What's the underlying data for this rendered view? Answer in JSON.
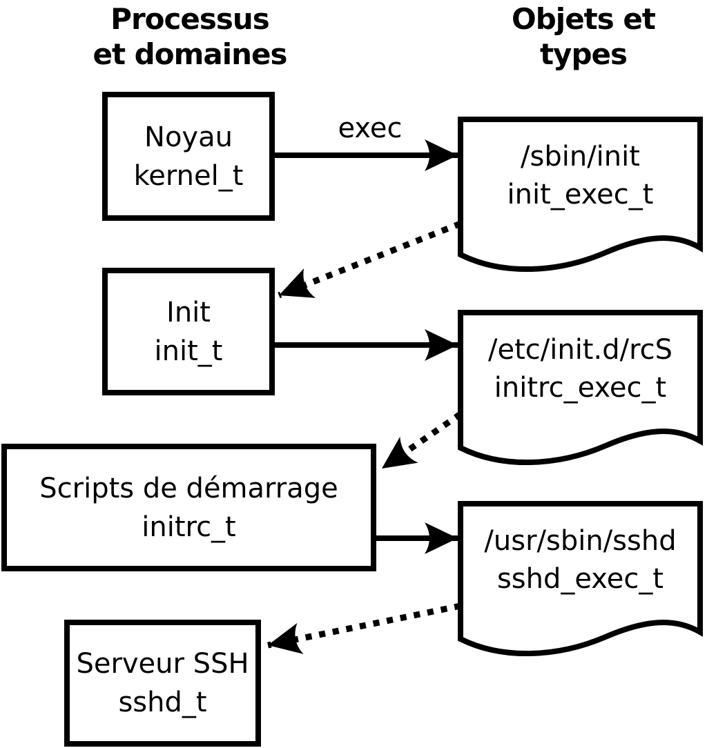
{
  "headers": {
    "left": {
      "line1": "Processus",
      "line2": "et domaines"
    },
    "right": {
      "line1": "Objets et",
      "line2": "types"
    }
  },
  "exec_label": "exec",
  "process_nodes": [
    {
      "label": "Noyau",
      "domain": "kernel_t"
    },
    {
      "label": "Init",
      "domain": "init_t"
    },
    {
      "label": "Scripts de démarrage",
      "domain": "initrc_t"
    },
    {
      "label": "Serveur SSH",
      "domain": "sshd_t"
    }
  ],
  "object_nodes": [
    {
      "path": "/sbin/init",
      "type": "init_exec_t"
    },
    {
      "path": "/etc/init.d/rcS",
      "type": "initrc_exec_t"
    },
    {
      "path": "/usr/sbin/sshd",
      "type": "sshd_exec_t"
    }
  ],
  "colors": {
    "stroke": "#000000",
    "background": "#ffffff"
  }
}
